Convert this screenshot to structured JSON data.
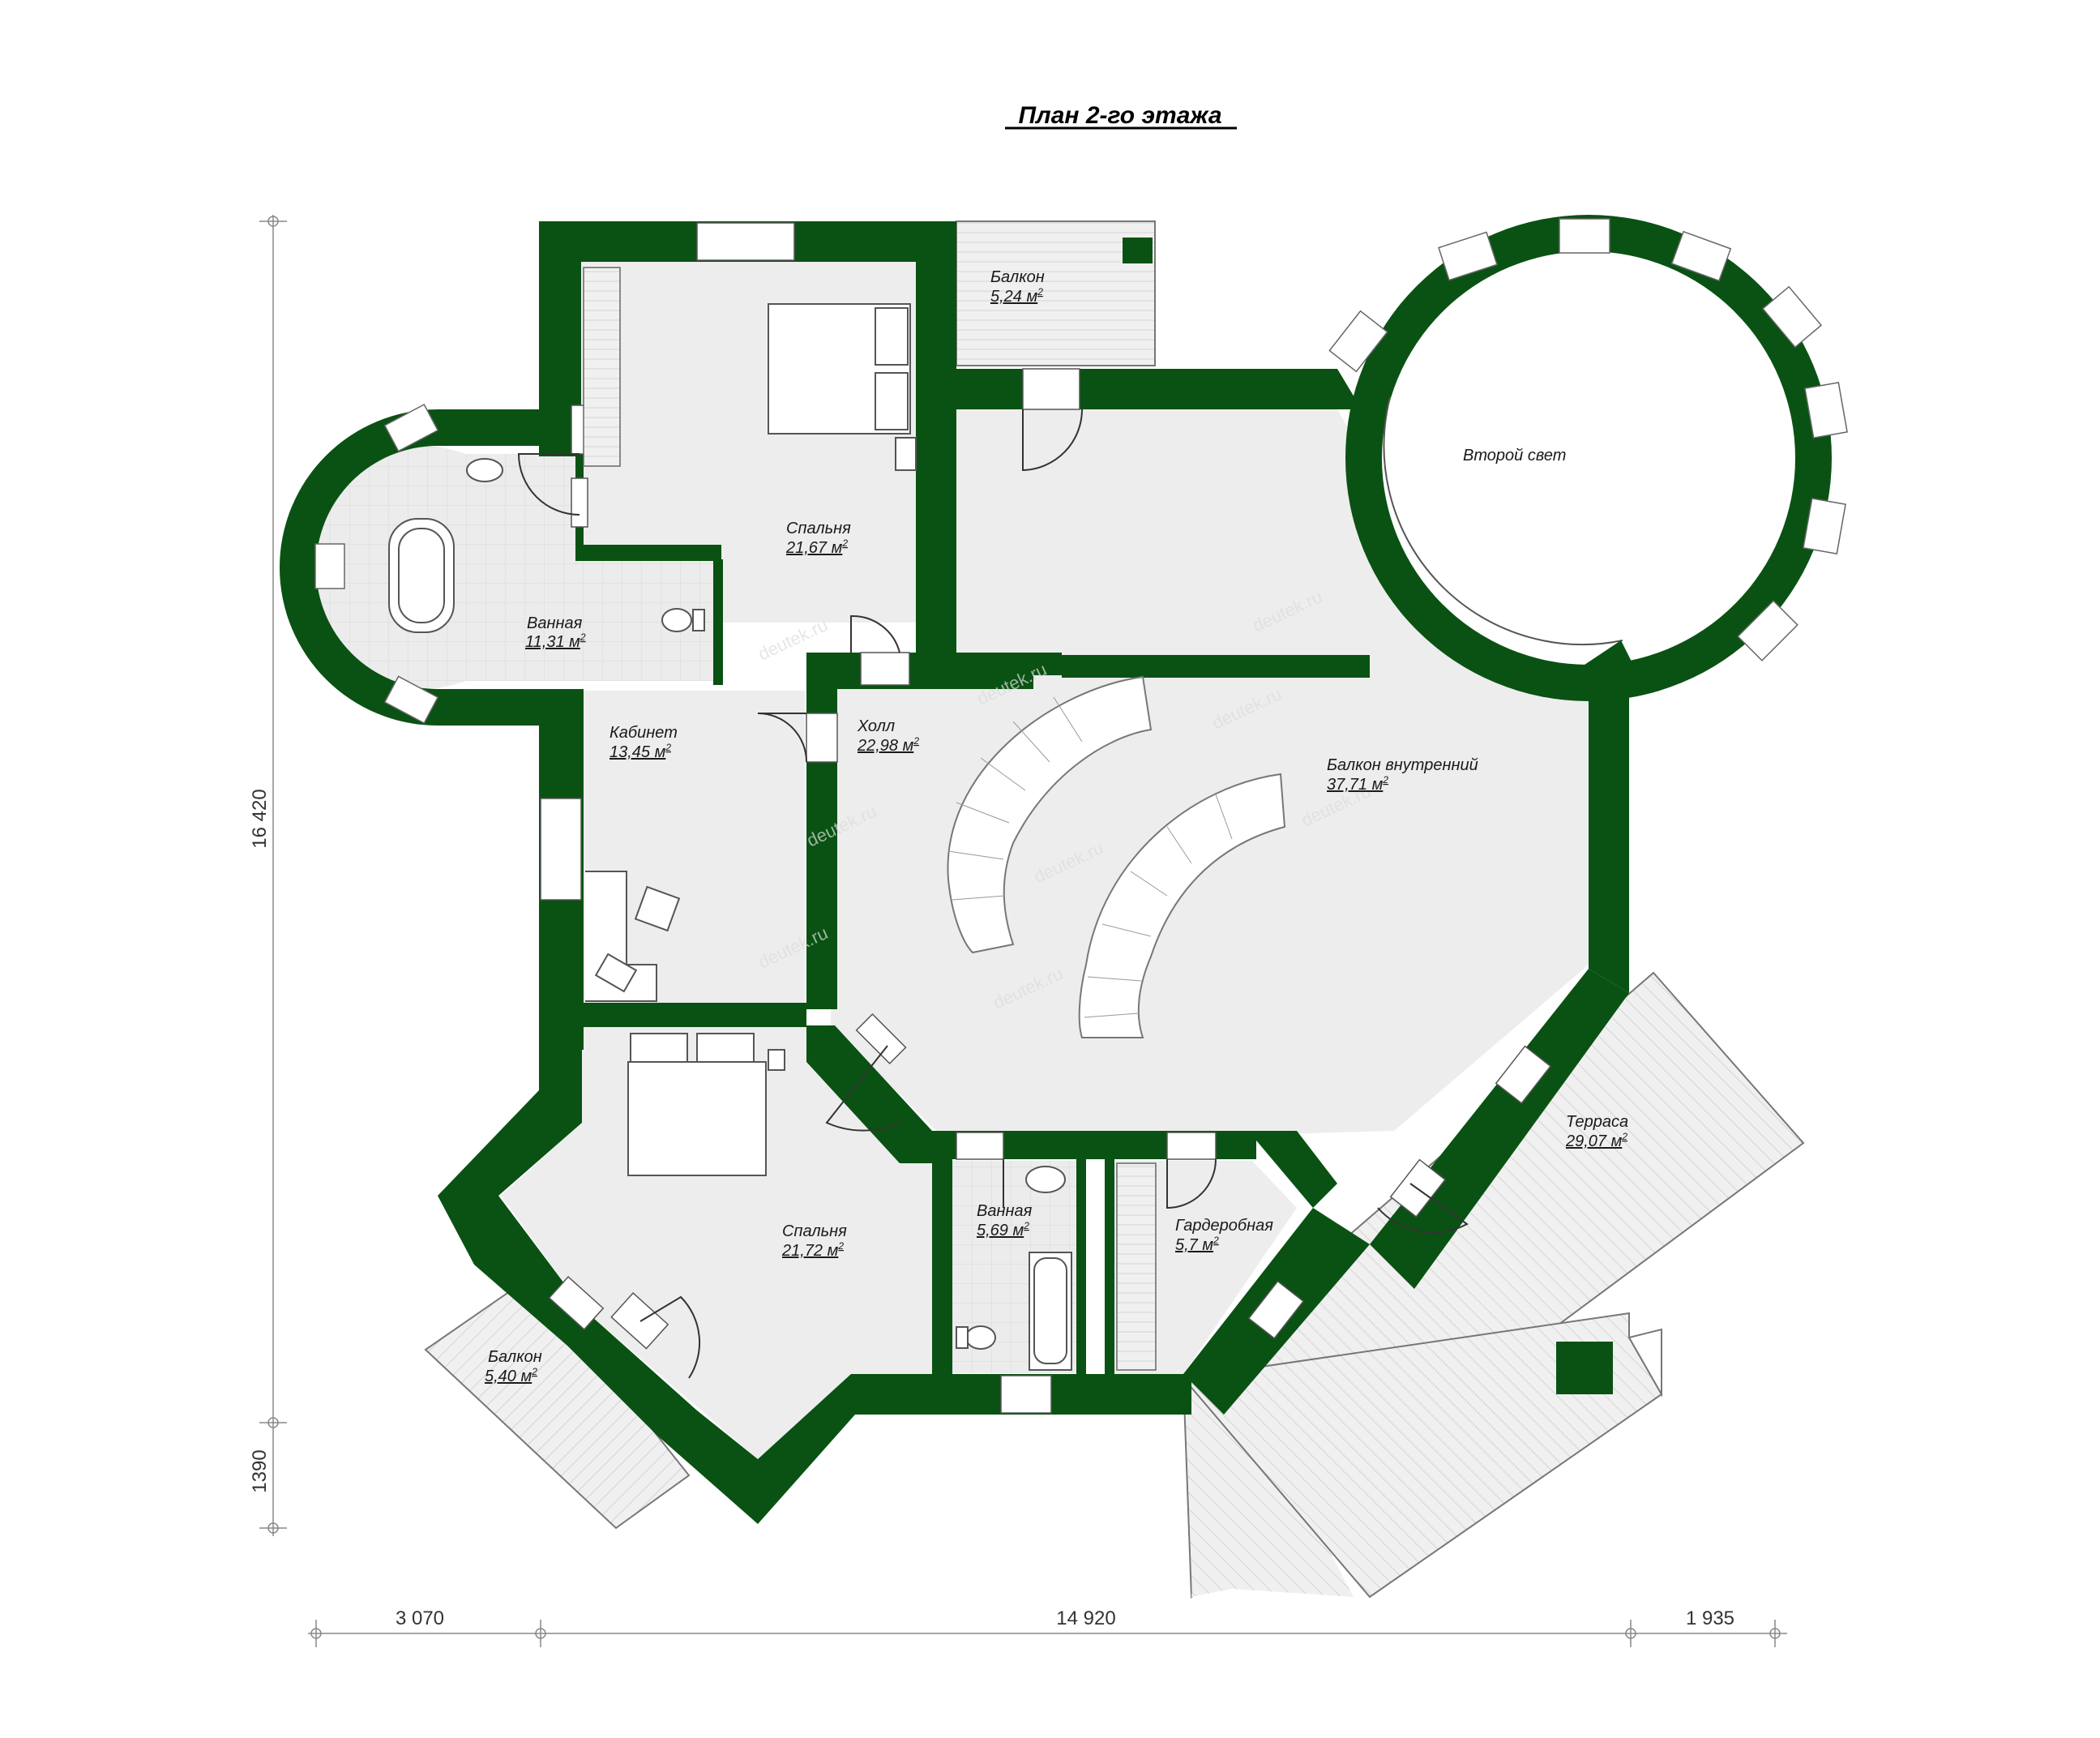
{
  "plan": {
    "title": "План 2-го этажа",
    "wall_color": "#0a5213",
    "floor_color": "#ededed",
    "rooms": [
      {
        "id": "balkon-top",
        "name": "Балкон",
        "area": "5,24 м",
        "sup": "2"
      },
      {
        "id": "spalnya-1",
        "name": "Спальня",
        "area": "21,67 м",
        "sup": "2"
      },
      {
        "id": "vannaya-1",
        "name": "Ванная",
        "area": "11,31 м",
        "sup": "2"
      },
      {
        "id": "vtoroy-svet",
        "name": "Второй свет",
        "area": "",
        "sup": ""
      },
      {
        "id": "kabinet",
        "name": "Кабинет",
        "area": "13,45 м",
        "sup": "2"
      },
      {
        "id": "holl",
        "name": "Холл",
        "area": "22,98 м",
        "sup": "2"
      },
      {
        "id": "balkon-vnutr",
        "name": "Балкон внутренний",
        "area": "37,71 м",
        "sup": "2"
      },
      {
        "id": "terrasa",
        "name": "Терраса",
        "area": "29,07 м",
        "sup": "2"
      },
      {
        "id": "spalnya-2",
        "name": "Спальня",
        "area": "21,72 м",
        "sup": "2"
      },
      {
        "id": "vannaya-2",
        "name": "Ванная",
        "area": "5,69 м",
        "sup": "2"
      },
      {
        "id": "garderobnaya",
        "name": "Гардеробная",
        "area": "5,7 м",
        "sup": "2"
      },
      {
        "id": "balkon-bottom",
        "name": "Балкон",
        "area": "5,40 м",
        "sup": "2"
      }
    ],
    "dimensions": {
      "left_main": "16 420",
      "left_lower": "1390",
      "bottom_left": "3 070",
      "bottom_center": "14 920",
      "bottom_right": "1 935"
    },
    "watermark": "deutek.ru"
  }
}
